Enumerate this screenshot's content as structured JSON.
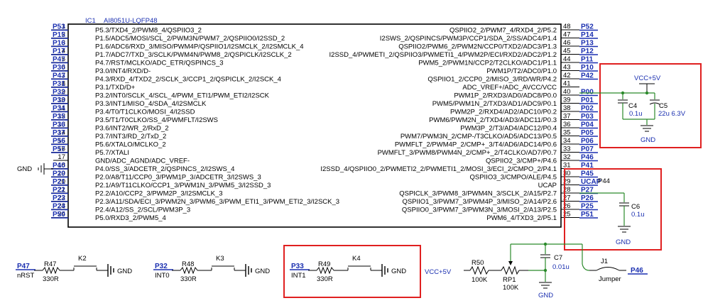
{
  "ic": {
    "ref": "IC1",
    "part": "AI8051U-LQFP48",
    "left_pins": [
      {
        "net": "P53",
        "num": "1",
        "name": "P5.3/TXD4_2/PWM8_4/QSPIIO3_2"
      },
      {
        "net": "P15",
        "num": "2",
        "name": "P1.5/ADC5/MOSI/SCL_2/PWM3N/PWM7_2/QSPIIO0/I2SSD_2"
      },
      {
        "net": "P16",
        "num": "3",
        "name": "P1.6/ADC6/RXD_3/MISO/PWM4P/QSPIIO1/I2SMCLK_2/I2SMCLK_4"
      },
      {
        "net": "P17",
        "num": "4",
        "name": "P1.7/ADC7/TXD_3/SCLK/PWM4N/PWM8_2/QSPICLK/I2SCLK_2"
      },
      {
        "net": "P47",
        "num": "5",
        "name": "P4.7/RST/MCLKO/ADC_ETR/QSPINCS_3"
      },
      {
        "net": "P30",
        "num": "6",
        "name": "P3.0/INT4/RXD/D-"
      },
      {
        "net": "P43",
        "num": "7",
        "name": "P4.3/RXD_4/TXD2_2/SCLK_3/CCP1_2/QSPICLK_2/I2SCK_4"
      },
      {
        "net": "P31",
        "num": "8",
        "name": "P3.1/TXD/D+"
      },
      {
        "net": "P32",
        "num": "9",
        "name": "P3.2/INT0/SCLK_4/SCL_4/PWM_ETI1/PWM_ETI2/I2SCK"
      },
      {
        "net": "P33",
        "num": "10",
        "name": "P3.3/INT1/MISO_4/SDA_4/I2SMCLK"
      },
      {
        "net": "P34",
        "num": "11",
        "name": "P3.4/T0/T1CLKO/MOSI_4/I2SSD"
      },
      {
        "net": "P35",
        "num": "12",
        "name": "P3.5/T1/T0CLKO/SS_4/PWMFLT/I2SWS"
      },
      {
        "net": "P36",
        "num": "13",
        "name": "P3.6/INT2/WR_2/RxD_2"
      },
      {
        "net": "P37",
        "num": "14",
        "name": "P3.7/INT3/RD_2/TxD_2"
      },
      {
        "net": "P56",
        "num": "15",
        "name": "P5.6/XTALO/MCLKO_2"
      },
      {
        "net": "P57",
        "num": "16",
        "name": "P5.7/XTALI"
      },
      {
        "net": "",
        "num": "17",
        "name": "GND/ADC_AGND/ADC_VREF-"
      },
      {
        "net": "P40",
        "num": "18",
        "name": "P4.0/SS_3/ADCETR_2/QSPINCS_2/I2SWS_4"
      },
      {
        "net": "P20",
        "num": "19",
        "name": "P2.0/A8/T11/CCP0_3/PWM1P_3/ADCETR_3/I2SWS_3"
      },
      {
        "net": "P21",
        "num": "20",
        "name": "P2.1/A9/T11CLKO/CCP1_3/PWM1N_3/PWM5_3/I2SSD_3"
      },
      {
        "net": "P22",
        "num": "21",
        "name": "P2.2/A10/CCP2_3/PWM2P_3/I2SMCLK_3"
      },
      {
        "net": "P23",
        "num": "22",
        "name": "P2.3/A11/SDA/ECI_3/PWM2N_3/PWM6_3/PWM_ETI1_3/PWM_ETI2_3/I2SCK_3"
      },
      {
        "net": "P24",
        "num": "23",
        "name": "P2.4/A12/SS_2/SCL/PWM3P_3"
      },
      {
        "net": "P50",
        "num": "24",
        "name": "P5.0/RXD3_2/PWM5_4"
      }
    ],
    "right_pins": [
      {
        "net": "P52",
        "num": "48",
        "name": "QSPIIO2_2/PWM7_4/RXD4_2/P5.2"
      },
      {
        "net": "P14",
        "num": "47",
        "name": "I2SWS_2/QSPINCS/PWM3P/CCP1/SDA_2/SS/ADC4/P1.4"
      },
      {
        "net": "P13",
        "num": "46",
        "name": "QSPIIO2/PWM6_2/PWM2N/CCP0/TXD2/ADC3/P1.3"
      },
      {
        "net": "P12",
        "num": "45",
        "name": "I2SSD_4/PWMETI_2/QSPIIO3/PWMETI1_4/PWM2P/ECI/RXD2/ADC2/P1.2"
      },
      {
        "net": "P11",
        "num": "44",
        "name": "PWM5_2/PWM1N/CCP2/T2CLKO/ADC1/P1.1"
      },
      {
        "net": "P10",
        "num": "43",
        "name": "PWM1P/T2/ADC0/P1.0"
      },
      {
        "net": "P42",
        "num": "42",
        "name": "QSPIIO1_2/CCP0_2/MISO_3/RD/WR/P4.2"
      },
      {
        "net": "",
        "num": "41",
        "name": "ADC_VREF+/ADC_AVCC/VCC"
      },
      {
        "net": "P00",
        "num": "40",
        "name": "PWM1P_2/RXD3/AD0/ADC8/P0.0"
      },
      {
        "net": "P01",
        "num": "39",
        "name": "PWM5/PWM1N_2/TXD3/AD1/ADC9/P0.1"
      },
      {
        "net": "P02",
        "num": "38",
        "name": "PWM2P_2/RXD4/AD2/ADC10/P0.2"
      },
      {
        "net": "P03",
        "num": "37",
        "name": "PWM6/PWM2N_2/TXD4/AD3/ADC11/P0.3"
      },
      {
        "net": "P04",
        "num": "36",
        "name": "PWM3P_2/T3/AD4/ADC12/P0.4"
      },
      {
        "net": "P05",
        "num": "35",
        "name": "PWM7/PWM3N_2/CMP-/T3CLKO/AD5/ADC13/P0.5"
      },
      {
        "net": "P06",
        "num": "34",
        "name": "PWMFLT_2/PWM4P_2/CMP+_3/T4/AD6/ADC14/P0.6"
      },
      {
        "net": "P07",
        "num": "33",
        "name": "PWMFLT_3/PWM8/PWM4N_2/CMP+_2/T4CLKO/AD7/P0.7"
      },
      {
        "net": "P46",
        "num": "32",
        "name": "QSPIIO2_3/CMP+/P4.6"
      },
      {
        "net": "P41",
        "num": "31",
        "name": "I2SSD_4/QSPIIO0_2/PWMETI2_2/PWMETI1_2/MOSI_3/ECI_2/CMPO_2/P4.1"
      },
      {
        "net": "P45",
        "num": "30",
        "name": "QSPIIO3_3/CMPO/ALE/P4.5"
      },
      {
        "net": "UCAP",
        "num": "29",
        "name": "UCAP"
      },
      {
        "net": "P27",
        "num": "28",
        "name": "QSPICLK_3/PWM8_3/PWM4N_3/SCLK_2/A15/P2.7"
      },
      {
        "net": "P26",
        "num": "27",
        "name": "QSPIIO1_3/PWM7_3/PWM4P_3/MISO_2/A14/P2.6"
      },
      {
        "net": "P25",
        "num": "26",
        "name": "QSPIIO0_3/PWM7_3/PWM3N_3/MOSI_2/A13/P2.5"
      },
      {
        "net": "P51",
        "num": "25",
        "name": "PWM6_4/TXD3_2/P5.1"
      }
    ],
    "gnd_label": "GND",
    "p44_label": "P44"
  },
  "power_block": {
    "vcc": "VCC+5V",
    "c4_ref": "C4",
    "c4_val": "0.1u",
    "c5_ref": "C5",
    "c5_val": "22u 6.3V",
    "gnd": "GND"
  },
  "ucap_block": {
    "c6_ref": "C6",
    "c6_val": "0.1u",
    "gnd": "GND"
  },
  "buttons": [
    {
      "net": "P47",
      "sub": "nRST",
      "r_ref": "R47",
      "r_val": "330R",
      "k_ref": "K2",
      "gnd": "GND"
    },
    {
      "net": "P32",
      "sub": "INT0",
      "r_ref": "R48",
      "r_val": "330R",
      "k_ref": "K3",
      "gnd": "GND"
    },
    {
      "net": "P33",
      "sub": "INT1",
      "r_ref": "R49",
      "r_val": "330R",
      "k_ref": "K4",
      "gnd": "GND"
    }
  ],
  "adc_block": {
    "vcc": "VCC+5V",
    "r50_ref": "R50",
    "r50_val": "100K",
    "rp1_ref": "RP1",
    "rp1_val": "100K",
    "c7_ref": "C7",
    "c7_val": "0.01u",
    "gnd": "GND",
    "j1_ref": "J1",
    "j1_val": "Jumper",
    "net": "P46"
  }
}
